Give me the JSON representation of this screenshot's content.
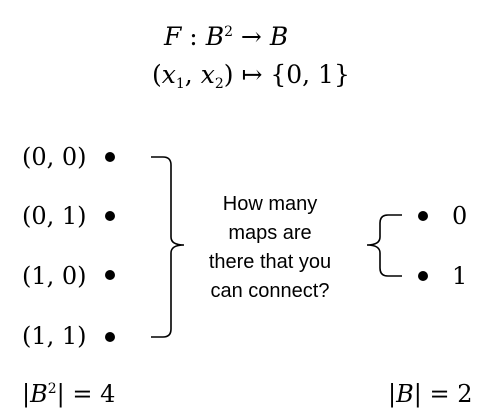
{
  "header": {
    "fn_name": "F",
    "colon": " : ",
    "domain_base": "B",
    "domain_exp": "2",
    "arrow": " → ",
    "codomain": "B",
    "input_open": "(",
    "x1_var": "x",
    "x1_sub": "1",
    "comma": ", ",
    "x2_var": "x",
    "x2_sub": "2",
    "input_close": ")",
    "mapsto": " ↦ ",
    "output_set": "{0, 1}"
  },
  "domain_points": [
    {
      "label": "(0, 0)"
    },
    {
      "label": "(0, 1)"
    },
    {
      "label": "(1, 0)"
    },
    {
      "label": "(1, 1)"
    }
  ],
  "codomain_points": [
    {
      "label": "0"
    },
    {
      "label": "1"
    }
  ],
  "question": {
    "line1": "How many",
    "line2": "maps are",
    "line3": "there that you",
    "line4": "can connect?"
  },
  "footer": {
    "left_bar_open": "|",
    "left_base": "B",
    "left_exp": "2",
    "left_rest": "| = 4",
    "right_bar_open": "|",
    "right_base": "B",
    "right_rest": "| = 2"
  }
}
